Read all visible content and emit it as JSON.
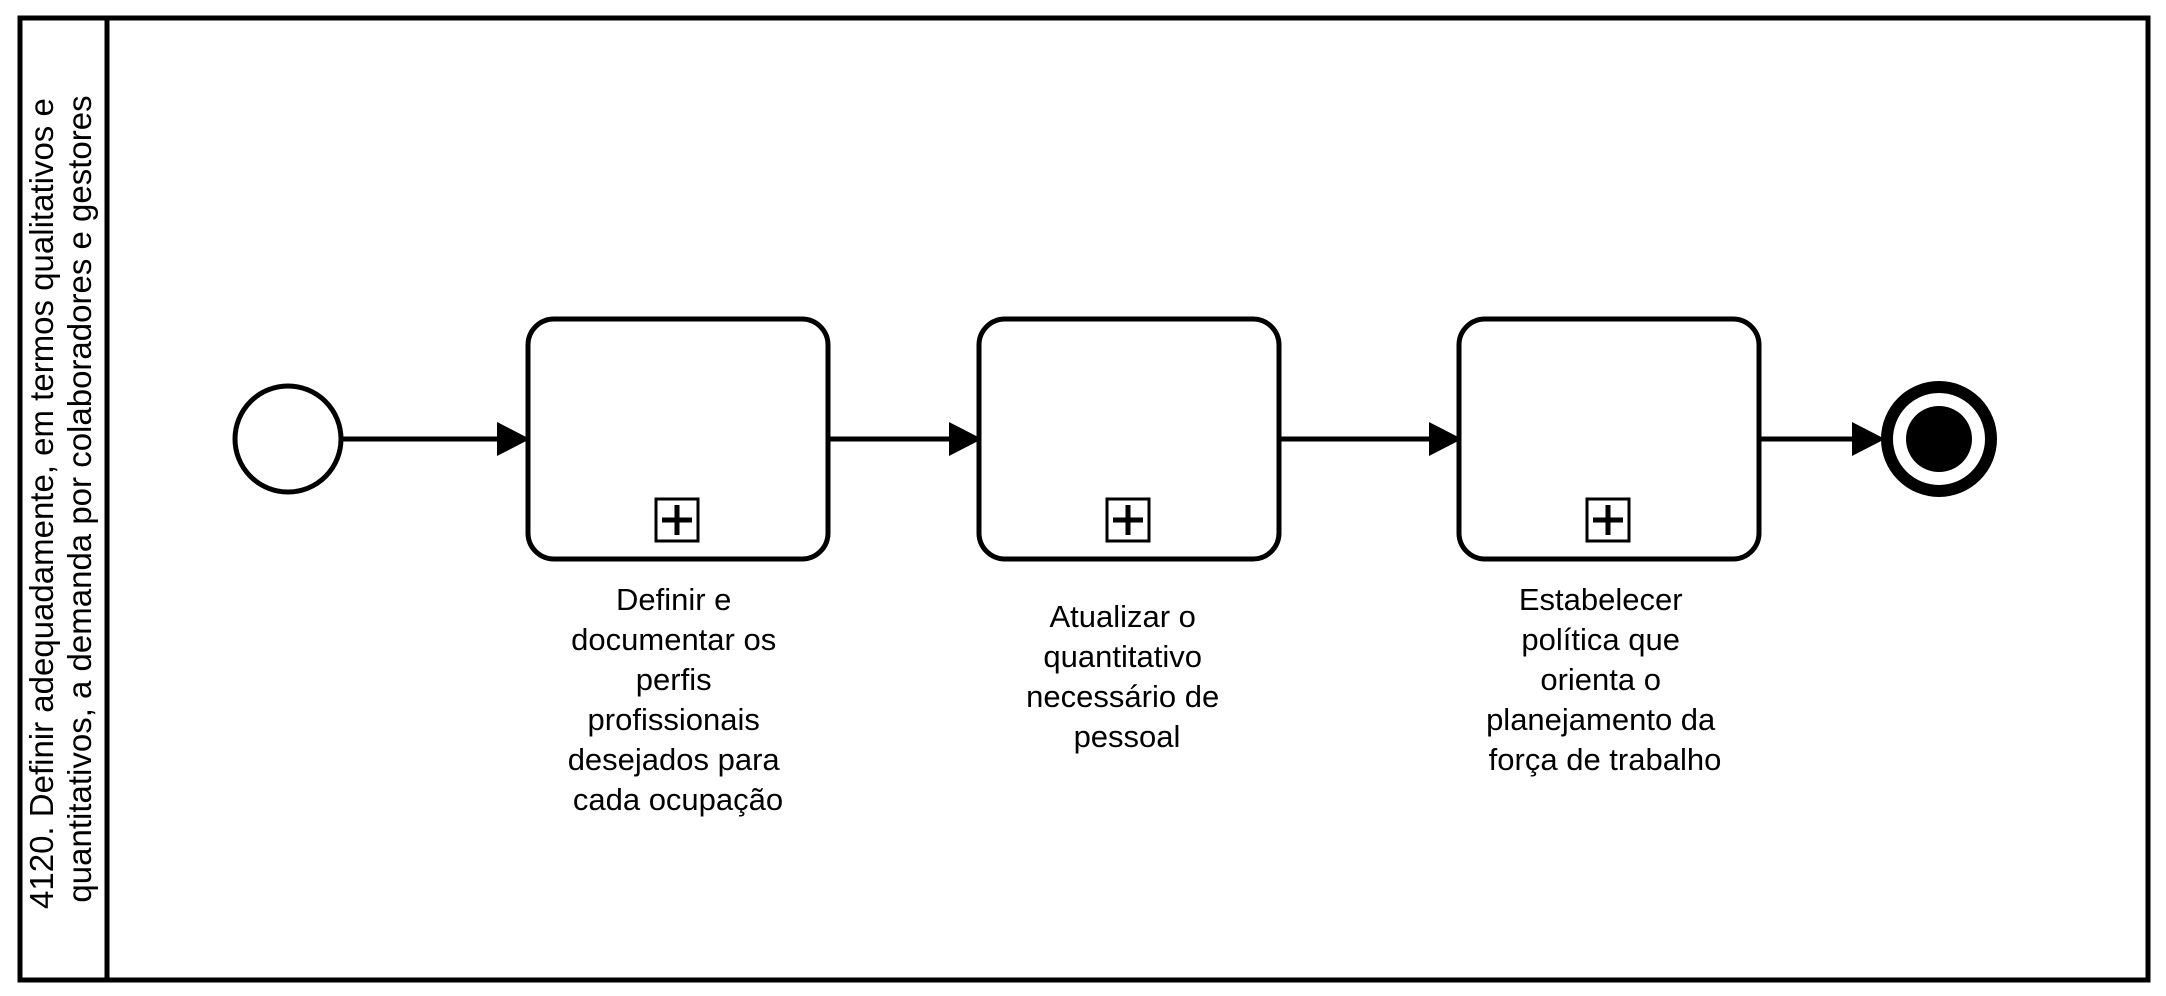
{
  "pool": {
    "title_lines": [
      "4120. Definir adequadamente, em termos qualitativos e",
      "quantitativos, a demanda por colaboradores e gestores"
    ]
  },
  "tasks": [
    {
      "label_lines": [
        "Definir e",
        "documentar os",
        "perfis",
        "profissionais",
        "desejados para",
        "cada ocupação"
      ],
      "marker": "subprocess-plus-icon"
    },
    {
      "label_lines": [
        "Atualizar o",
        "quantitativo",
        "necessário de",
        "pessoal"
      ],
      "marker": "subprocess-plus-icon"
    },
    {
      "label_lines": [
        "Estabelecer",
        "política que",
        "orienta o",
        "planejamento da",
        "força de trabalho"
      ],
      "marker": "subprocess-plus-icon"
    }
  ],
  "events": {
    "start": "start-event-circle",
    "end": "end-event-circle"
  },
  "colors": {
    "stroke": "#000000",
    "background": "#ffffff"
  }
}
